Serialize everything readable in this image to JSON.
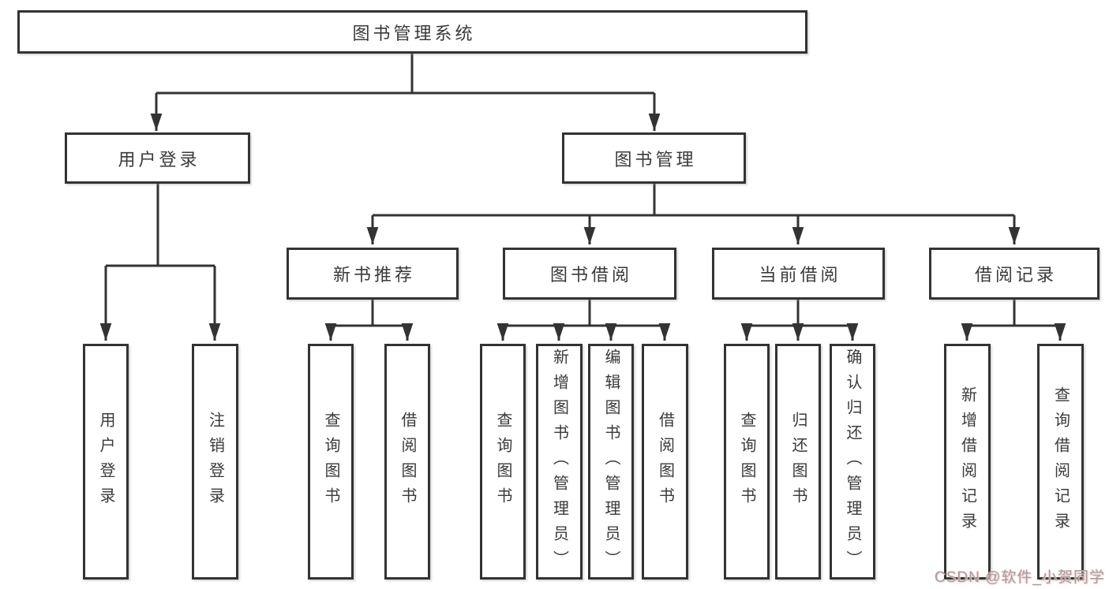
{
  "tree": {
    "root": {
      "label": "图书管理系统"
    },
    "branches": [
      {
        "label": "用户登录",
        "leaves": [
          {
            "label": "用户登录"
          },
          {
            "label": "注销登录"
          }
        ]
      },
      {
        "label": "图书管理",
        "groups": [
          {
            "label": "新书推荐",
            "leaves": [
              {
                "label": "查询图书"
              },
              {
                "label": "借阅图书"
              }
            ]
          },
          {
            "label": "图书借阅",
            "leaves": [
              {
                "label": "查询图书"
              },
              {
                "label": "新增图书（管理员）"
              },
              {
                "label": "编辑图书（管理员）"
              },
              {
                "label": "借阅图书"
              }
            ]
          },
          {
            "label": "当前借阅",
            "leaves": [
              {
                "label": "查询图书"
              },
              {
                "label": "归还图书"
              },
              {
                "label": "确认归还（管理员）"
              }
            ]
          },
          {
            "label": "借阅记录",
            "leaves": [
              {
                "label": "新增借阅记录"
              },
              {
                "label": "查询借阅记录"
              }
            ]
          }
        ]
      }
    ]
  },
  "watermark": {
    "text": "CSDN @软件_小贺同学"
  },
  "colors": {
    "line": "#333333",
    "node_border": "#333333",
    "text": "#3a3a3a",
    "watermark_text": "#a0a0a0",
    "watermark_shadow": "#ffc9c9",
    "background": "#ffffff"
  }
}
